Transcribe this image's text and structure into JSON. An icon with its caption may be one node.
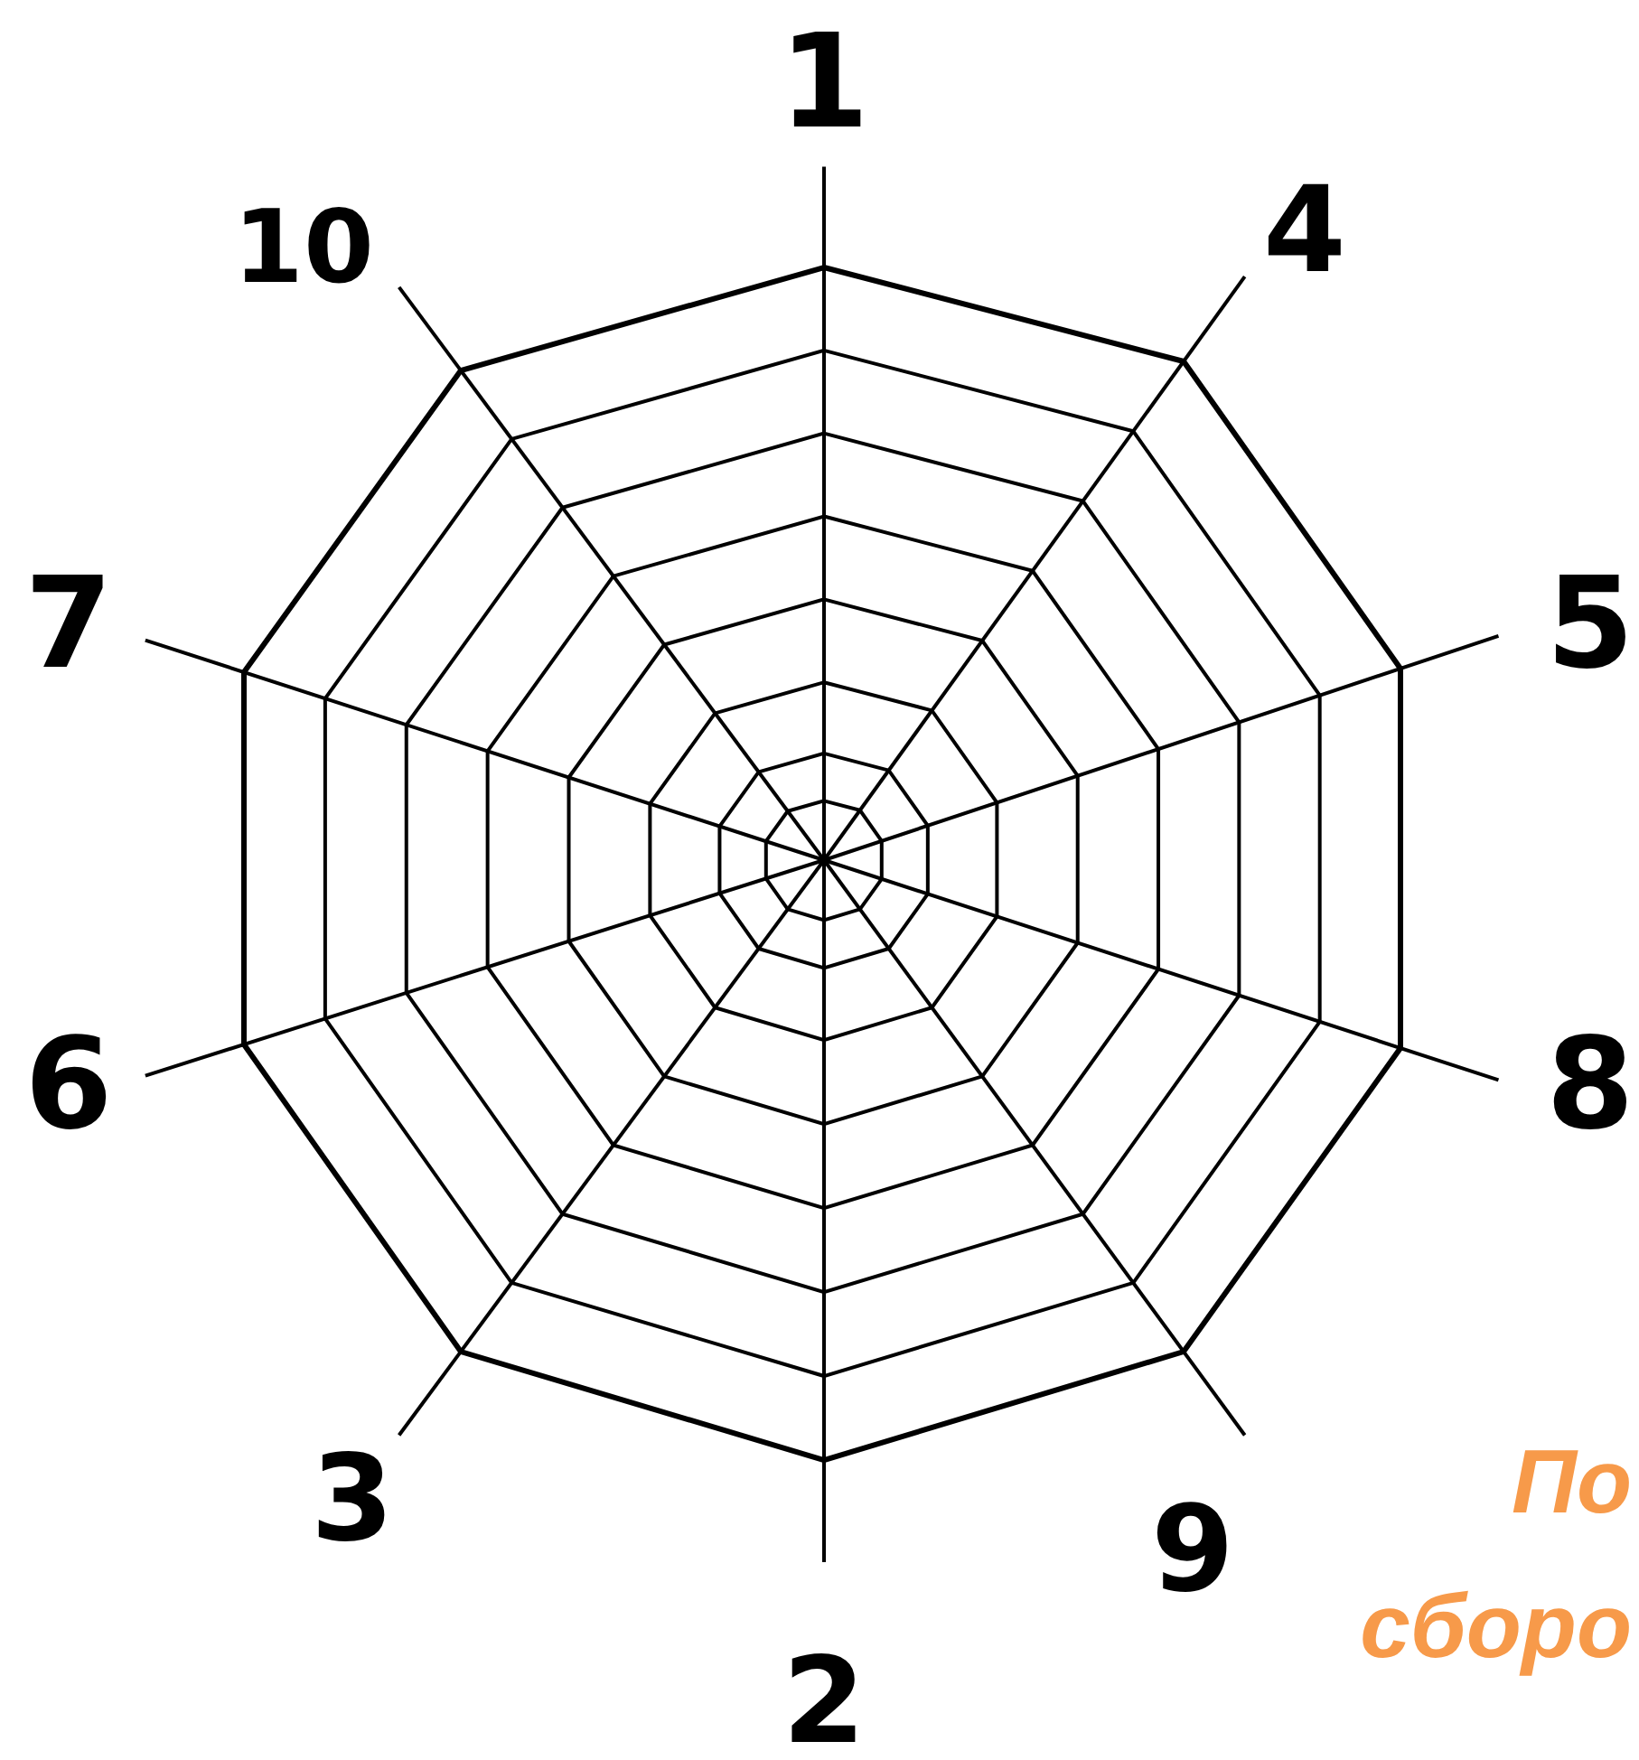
{
  "diagram": {
    "labels": [
      "1",
      "10",
      "4",
      "7",
      "5",
      "6",
      "8",
      "3",
      "9",
      "2",
      "По",
      "сборо"
    ]
  }
}
